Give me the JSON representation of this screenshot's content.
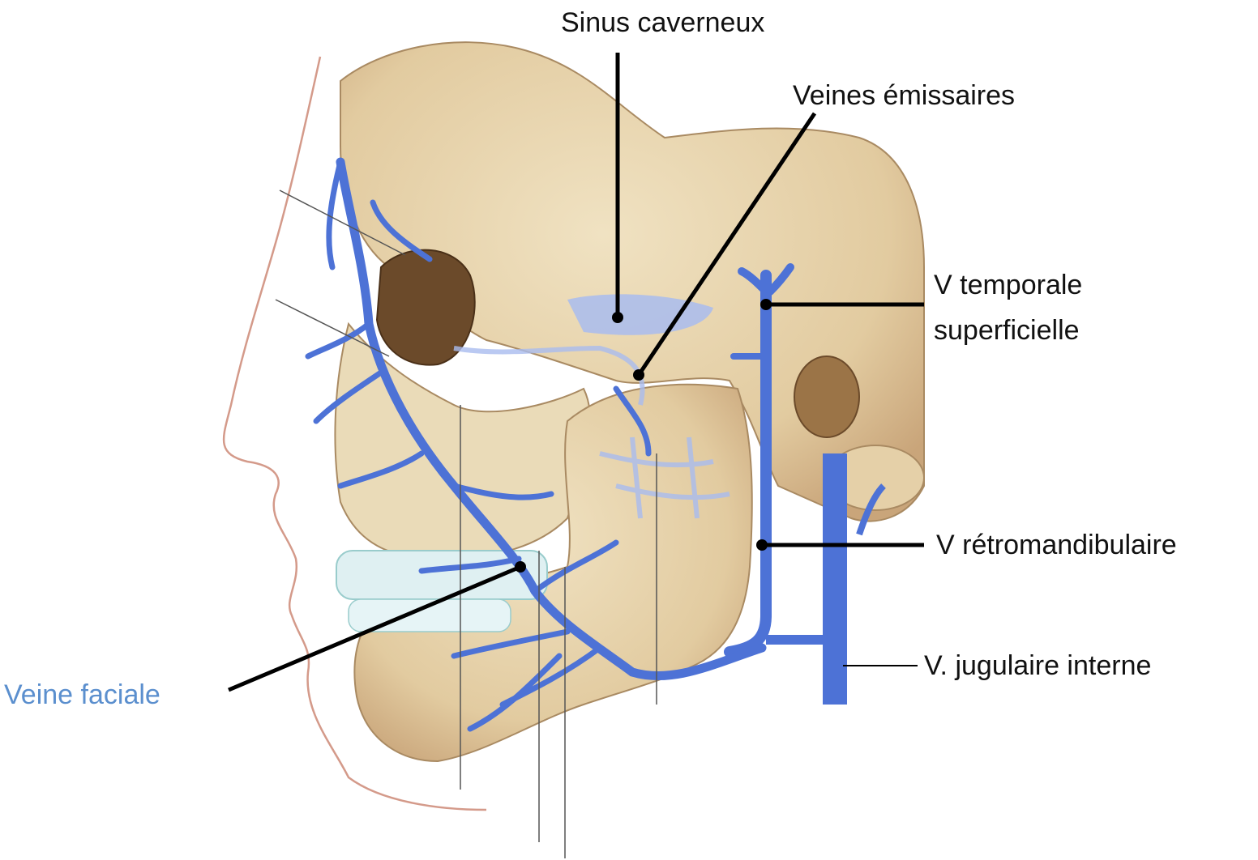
{
  "labels": {
    "sinus_caverneux": "Sinus caverneux",
    "veines_emissaires": "Veines émissaires",
    "v_temporale_line1": "V temporale",
    "v_temporale_line2": "superficielle",
    "v_retromandibulaire": "V rétromandibulaire",
    "v_jugulaire_interne": "V. jugulaire interne",
    "veine_faciale": "Veine faciale"
  },
  "colors": {
    "bone": "#e8d6b0",
    "bone_shadow": "#b8926a",
    "vein": "#4d72d6",
    "vein_light": "#a9bcef",
    "skin_outline": "#d08a7a",
    "leader": "#000000",
    "text": "#111111",
    "accent_label": "#5b8fce"
  }
}
